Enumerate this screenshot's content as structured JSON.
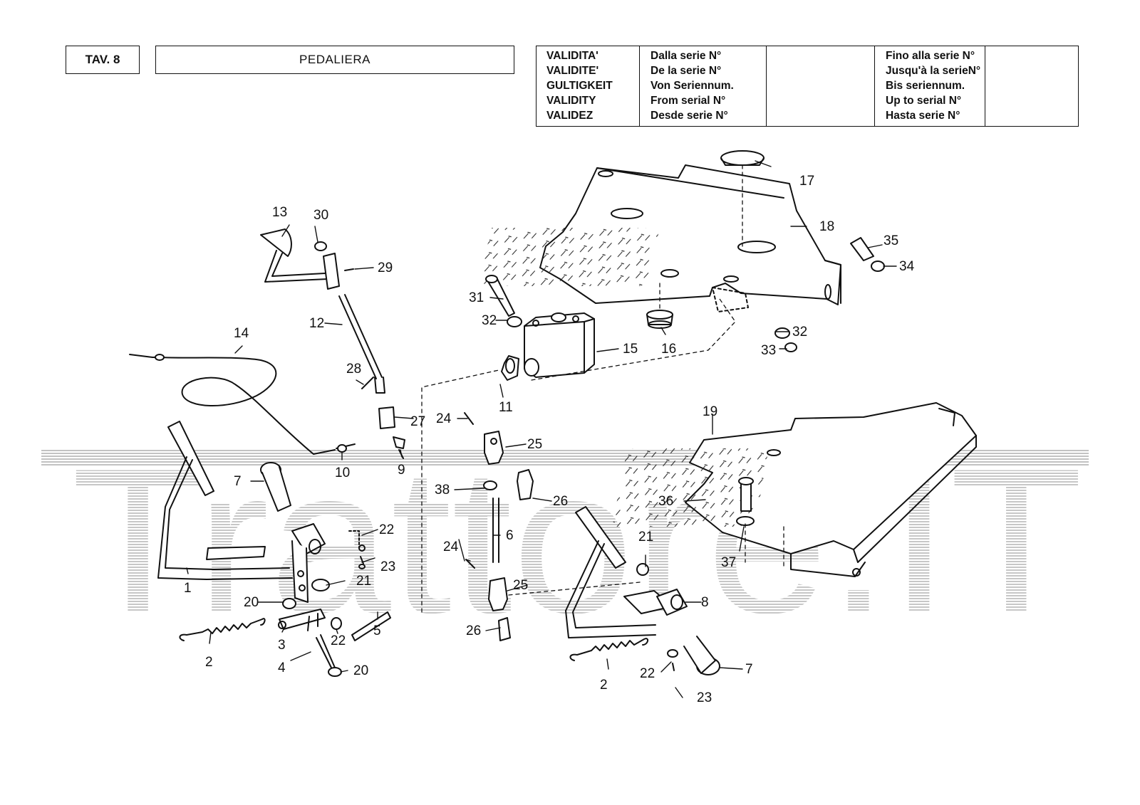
{
  "header": {
    "plate": "TAV. 8",
    "title": "PEDALIERA"
  },
  "validity": {
    "labels": [
      "VALIDITA'",
      "VALIDITE'",
      "GULTIGKEIT",
      "VALIDITY",
      "VALIDEZ"
    ],
    "from": [
      "Dalla serie N°",
      "De la serie N°",
      "Von Seriennum.",
      "From serial N°",
      "Desde serie N°"
    ],
    "to": [
      "Fino alla serie N°",
      "Jusqu'à la serieN°",
      "Bis seriennum.",
      "Up to serial N°",
      "Hasta serie N°"
    ]
  },
  "watermark": "Trattore.IT",
  "callouts": [
    "1",
    "2",
    "3",
    "4",
    "5",
    "6",
    "7",
    "8",
    "9",
    "10",
    "11",
    "12",
    "13",
    "14",
    "15",
    "16",
    "17",
    "18",
    "19",
    "20",
    "21",
    "22",
    "23",
    "24",
    "25",
    "26",
    "27",
    "28",
    "29",
    "30",
    "31",
    "32",
    "33",
    "34",
    "35",
    "36",
    "37",
    "38"
  ],
  "colors": {
    "ink": "#111111",
    "watermark": "#bdbdbd"
  }
}
